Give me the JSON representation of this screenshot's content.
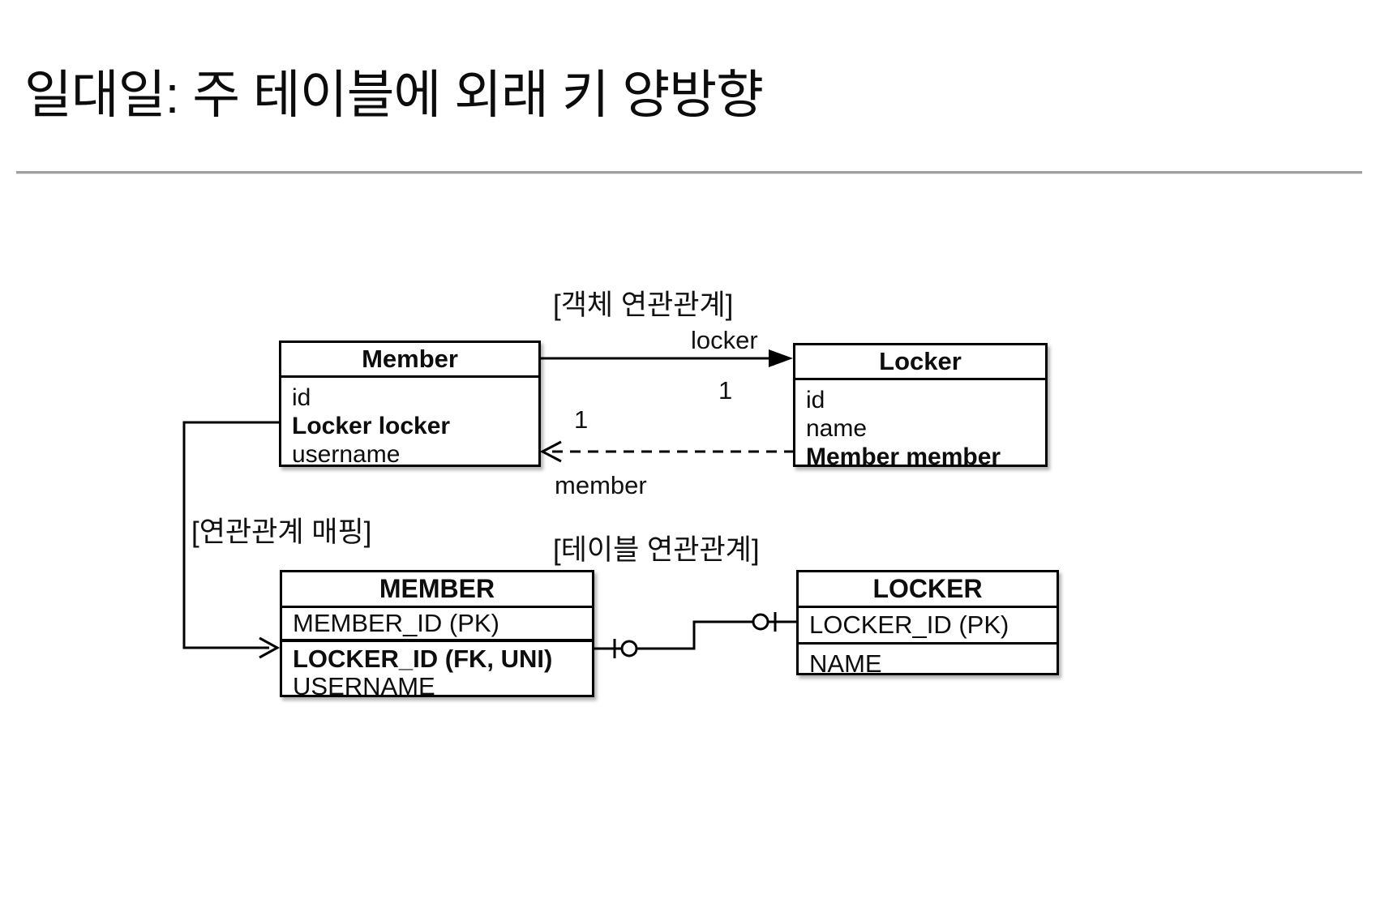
{
  "slide": {
    "title": "일대일: 주 테이블에 외래 키 양방향"
  },
  "object_diagram": {
    "section_label": "[객체 연관관계]",
    "member_entity": {
      "title": "Member",
      "fields": [
        "id",
        "Locker locker",
        "username"
      ]
    },
    "locker_entity": {
      "title": "Locker",
      "fields": [
        "id",
        "name",
        "Member member"
      ]
    },
    "locker_reference_label": "locker",
    "member_reference_label": "member",
    "locker_multiplicity": "1",
    "member_multiplicity": "1"
  },
  "mapping": {
    "section_label": "[연관관계 매핑]"
  },
  "table_diagram": {
    "section_label": "[테이블 연관관계]",
    "member_table": {
      "title": "MEMBER",
      "pk_column": "MEMBER_ID (PK)",
      "columns": [
        "LOCKER_ID (FK, UNI)",
        "USERNAME"
      ]
    },
    "locker_table": {
      "title": "LOCKER",
      "pk_column": "LOCKER_ID (PK)",
      "columns": [
        "NAME"
      ]
    }
  }
}
